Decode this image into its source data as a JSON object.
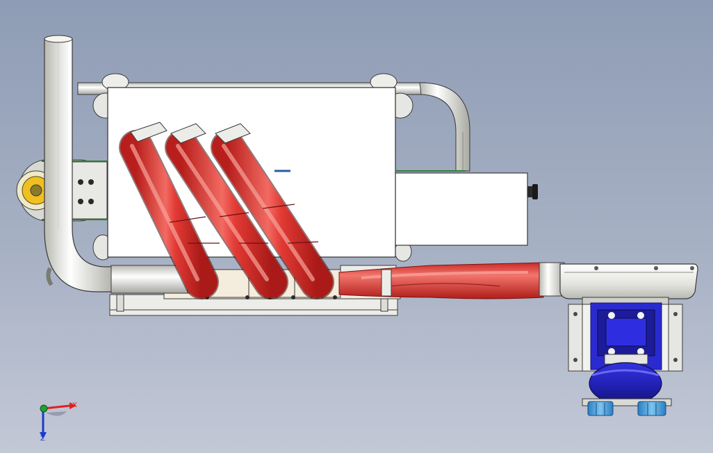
{
  "viewport": {
    "background_top": "#8e9cb5",
    "background_bottom": "#c3c8d6"
  },
  "colors": {
    "hose_red": "#e23a34",
    "hose_dark": "#b81f1c",
    "hose_light": "#f48a80",
    "motor_blue": "#2a2ad0",
    "motor_dark": "#14147a",
    "foot_blue": "#3a9ee0",
    "pipe_light": "#f2f2ee",
    "pipe_shade": "#c8c8c2",
    "outline": "#3a3a3a",
    "hub_yellow": "#f0c020"
  },
  "components": {
    "vertical_pipe": "vertical-exhaust-pipe",
    "main_box": "main-enclosure-box",
    "side_box": "side-enclosure-box",
    "hoses": [
      "red-hose-1",
      "red-hose-2",
      "red-hose-3"
    ],
    "bottom_hose": "horizontal-red-hose",
    "blower": "blower-housing",
    "motor": "blue-motor",
    "pulley": "belt-pulley"
  },
  "triad": {
    "x_label": "X",
    "z_label": "Z",
    "x_color": "#e02020",
    "z_color": "#1a3ad0",
    "y_color": "#1fa030"
  }
}
